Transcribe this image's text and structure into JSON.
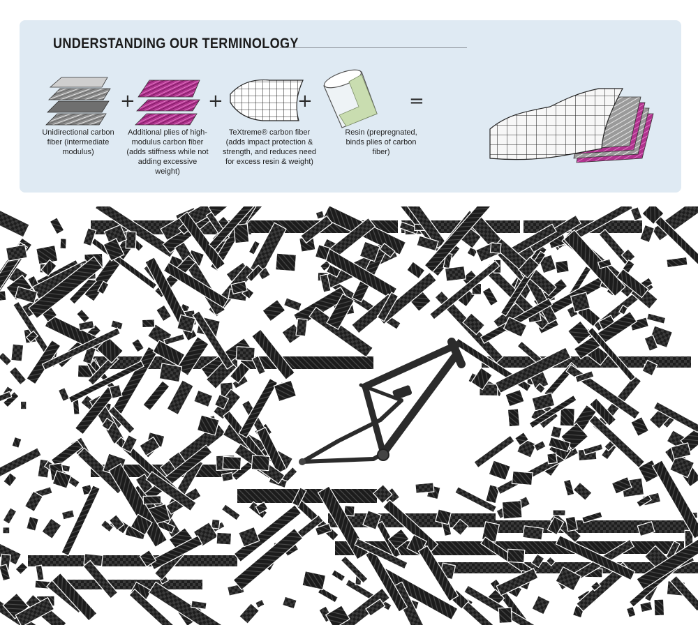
{
  "panel": {
    "title": "UNDERSTANDING OUR TERMINOLOGY",
    "operators": [
      "+",
      "+",
      "+",
      "="
    ],
    "items": [
      {
        "caption": "Unidirectional carbon fiber (intermediate modulus)",
        "icon": "unidirectional-carbon-plies-icon",
        "color": "#9a9a9a"
      },
      {
        "caption": "Additional plies of high-modulus carbon fiber (adds stiffness while not adding excessive weight)",
        "icon": "high-modulus-carbon-plies-icon",
        "color": "#b0338e"
      },
      {
        "caption": "TeXtreme® carbon fiber (adds impact protection & strength, and reduces need for excess resin & weight)",
        "icon": "textreme-grid-sheet-icon",
        "color": "#ffffff"
      },
      {
        "caption": "Resin (prepregnated, binds plies of carbon fiber)",
        "icon": "resin-cup-icon",
        "color": "#c9ddb0"
      }
    ],
    "result_icon": "layered-carbon-laminate-icon"
  },
  "colors": {
    "panel_bg": "#dfeaf3",
    "carbon": "#1e1e1e",
    "accent_pink": "#b0338e",
    "resin_green": "#c9ddb0"
  },
  "lower_image": {
    "subject": "bike-frame-icon"
  }
}
